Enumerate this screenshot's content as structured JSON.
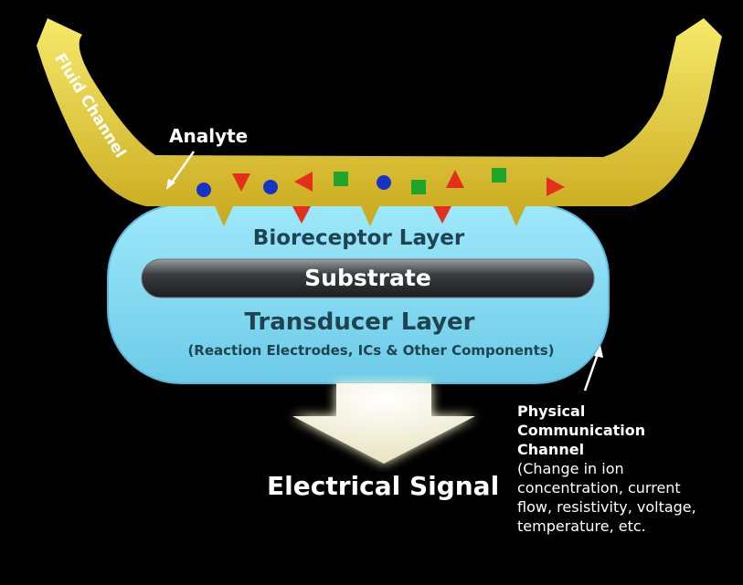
{
  "labels": {
    "fluid_channel": "Fluid Channel",
    "analyte": "Analyte",
    "bioreceptor": "Bioreceptor Layer",
    "substrate": "Substrate",
    "transducer": "Transducer Layer",
    "transducer_sub": "(Reaction Electrodes, ICs & Other Components)",
    "electrical_signal": "Electrical Signal",
    "physical_title_1": "Physical",
    "physical_title_2": "Communication",
    "physical_title_3": "Channel",
    "physical_desc_1": "(Change in ion",
    "physical_desc_2": "concentration, current",
    "physical_desc_3": "flow, resistivity, voltage,",
    "physical_desc_4": "temperature, etc."
  },
  "colors": {
    "channel": "#e8d23a",
    "layer": "#8fe0f5",
    "substrate": "#3a3d40",
    "circle": "#1633c8",
    "triangle": "#e3301c",
    "square": "#1fa52a"
  }
}
